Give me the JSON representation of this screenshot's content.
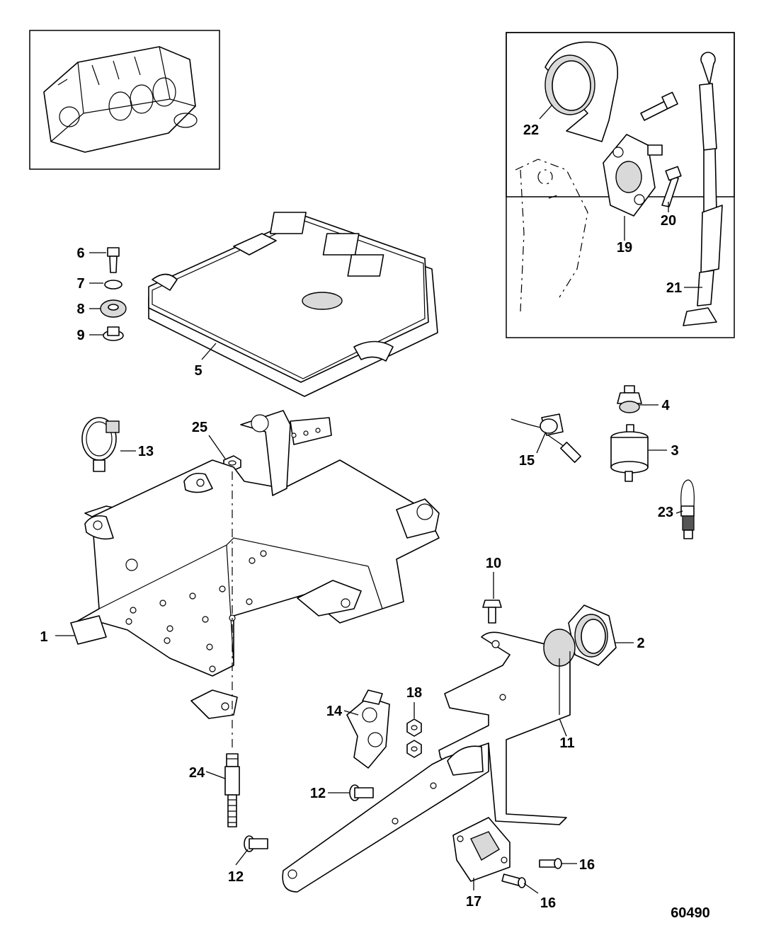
{
  "figure_id": "60490",
  "callouts": {
    "c1": "1",
    "c2": "2",
    "c3": "3",
    "c4": "4",
    "c5": "5",
    "c6": "6",
    "c7": "7",
    "c8": "8",
    "c9": "9",
    "c10": "10",
    "c11": "11",
    "c12a": "12",
    "c12b": "12",
    "c13": "13",
    "c14": "14",
    "c15": "15",
    "c16a": "16",
    "c16b": "16",
    "c17": "17",
    "c18": "18",
    "c19": "19",
    "c20": "20",
    "c21": "21",
    "c22": "22",
    "c23": "23",
    "c24": "24",
    "c25": "25"
  }
}
